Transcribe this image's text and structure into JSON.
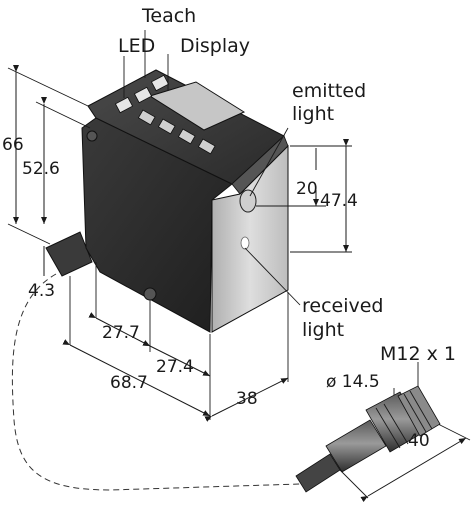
{
  "labels": {
    "teach": "Teach",
    "led": "LED",
    "display": "Display",
    "emitted_1": "emitted",
    "emitted_2": "light",
    "received_1": "received",
    "received_2": "light",
    "connector": "M12 x 1",
    "connector_dia": "ø 14.5"
  },
  "dimensions": {
    "height_total": "66",
    "height_body": "52.6",
    "foot": "4.3",
    "lens_offset": "20",
    "lens_height": "47.4",
    "depth_1": "27.7",
    "depth_2": "27.4",
    "depth_total": "68.7",
    "width": "38",
    "connector_len": "40"
  },
  "colors": {
    "body_dark": "#2b2b2b",
    "body_mid": "#3d3d3d",
    "face_light": "#c9c9c9",
    "line": "#1a1a1a"
  }
}
